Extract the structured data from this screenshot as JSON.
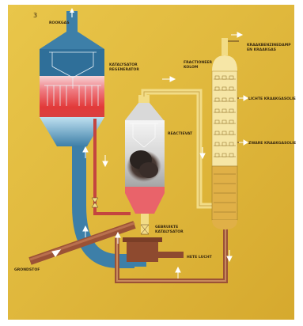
{
  "figure_number": "3",
  "labels": {
    "rookgas": "ROOKGAS",
    "katalysator_regenerator_1": "KATALYSATOR",
    "katalysator_regenerator_2": "REGENERATOR",
    "reactievat": "REACTIEVAT",
    "fractioneer_1": "FRACTIONEER",
    "fractioneer_2": "KOLOM",
    "kraakbenzine_1": "KRAAKBENZINEDAMP",
    "kraakbenzine_2": "EN KRAAKGAS",
    "lichte_kraakgasolie": "LICHTE KRAAKGASOLIE",
    "zware_kraakgasolie": "ZWARE KRAAKGASOLIE",
    "gebruikte_1": "GEBRUIKTE",
    "gebruikte_2": "KATALYSATOR",
    "hete_lucht": "HETE LUCHT",
    "grondstof": "GRONDSTOF"
  },
  "colors": {
    "background": "#e0b83a",
    "pipe_blue": "#3d7fa8",
    "pipe_yellow": "#f2dc86",
    "pipe_brown": "#9b5236",
    "regenerator_red": "#e23a3a",
    "vessel_blue": "#2f6f99",
    "column_cream": "#f6e6a6"
  }
}
